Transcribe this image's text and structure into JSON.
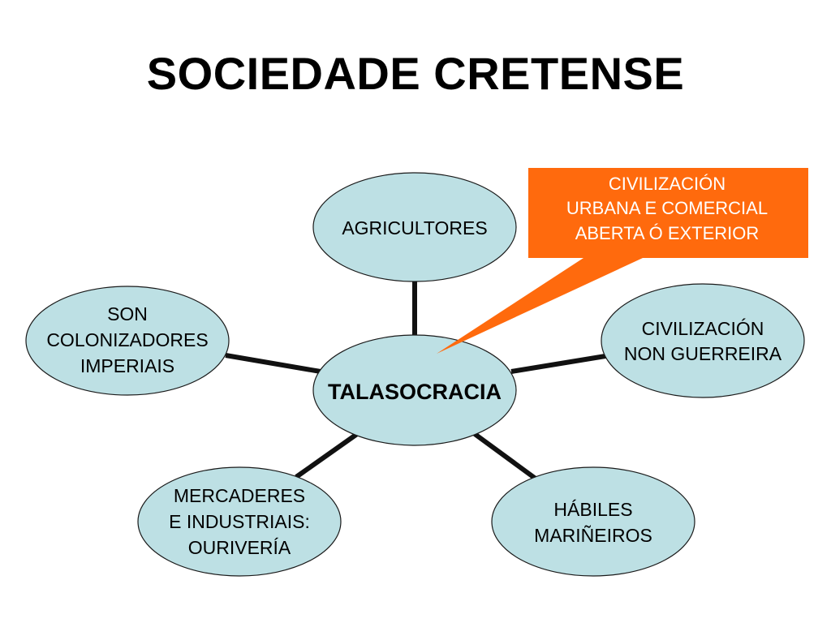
{
  "title": "SOCIEDADE CRETENSE",
  "colors": {
    "node_fill": "#bde0e4",
    "node_stroke": "#1a1a1a",
    "connector": "#111111",
    "callout_fill": "#ff6a0d",
    "callout_text": "#ffffff"
  },
  "center": {
    "label": "TALASOCRACIA"
  },
  "nodes": [
    {
      "id": "agricultores",
      "lines": [
        "AGRICULTORES"
      ]
    },
    {
      "id": "civilizacion-non-guerreira",
      "lines": [
        "CIVILIZACIÓN",
        "NON GUERREIRA"
      ]
    },
    {
      "id": "habiles-marineiros",
      "lines": [
        "HÁBILES",
        "MARIÑEIROS"
      ]
    },
    {
      "id": "mercaderes",
      "lines": [
        "MERCADERES",
        "E INDUSTRIAIS:",
        "OURIVERÍA"
      ]
    },
    {
      "id": "colonizadores",
      "lines": [
        "SON",
        "COLONIZADORES",
        "IMPERIAIS"
      ]
    }
  ],
  "callout": {
    "lines": [
      "CIVILIZACIÓN",
      "URBANA E COMERCIAL",
      "ABERTA Ó EXTERIOR"
    ]
  }
}
